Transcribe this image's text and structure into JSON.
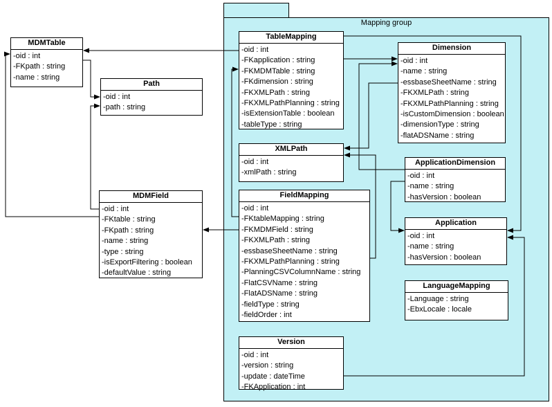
{
  "diagram": {
    "package": {
      "label": "Mapping group",
      "fill_color": "#c2f0f5",
      "border_color": "#000000"
    },
    "classes": [
      {
        "name": "MDMTable",
        "attributes": [
          "-oid : int",
          "-FKpath : string",
          "-name : string"
        ]
      },
      {
        "name": "Path",
        "attributes": [
          "-oid : int",
          "-path : string"
        ]
      },
      {
        "name": "MDMField",
        "attributes": [
          "-oid : int",
          "-FKtable : string",
          "-FKpath : string",
          "-name : string",
          "-type : string",
          "-isExportFiltering : boolean",
          "-defaultValue : string"
        ]
      },
      {
        "name": "TableMapping",
        "attributes": [
          "-oid : int",
          "-FKapplication : string",
          "-FKMDMTable : string",
          "-FKdimension : string",
          "-FKXMLPath : string",
          "-FKXMLPathPlanning : string",
          "-isExtensionTable : boolean",
          "-tableType : string"
        ]
      },
      {
        "name": "XMLPath",
        "attributes": [
          "-oid : int",
          "-xmlPath : string"
        ]
      },
      {
        "name": "FieldMapping",
        "attributes": [
          "-oid : int",
          "-FKtableMapping : string",
          "-FKMDMField : string",
          "-FKXMLPath : string",
          "-essbaseSheetName : string",
          "-FKXMLPathPlanning : string",
          "-PlanningCSVColumnName : string",
          "-FlatCSVName : string",
          "-FlatADSName : string",
          "-fieldType : string",
          "-fieldOrder : int"
        ]
      },
      {
        "name": "Version",
        "attributes": [
          "-oid : int",
          "-version : string",
          "-update : dateTime",
          "-FKApplication : int"
        ]
      },
      {
        "name": "Dimension",
        "attributes": [
          "-oid : int",
          "-name : string",
          "-essbaseSheetName : string",
          "-FKXMLPath : string",
          "-FKXMLPathPlanning : string",
          "-isCustomDimension : boolean",
          "-dimensionType : string",
          "-flatADSName : string"
        ]
      },
      {
        "name": "ApplicationDimension",
        "attributes": [
          "-oid : int",
          "-name : string",
          "-hasVersion : boolean"
        ]
      },
      {
        "name": "Application",
        "attributes": [
          "-oid : int",
          "-name : string",
          "-hasVersion : boolean"
        ]
      },
      {
        "name": "LanguageMapping",
        "attributes": [
          "-Language : string",
          "-EbxLocale : locale"
        ]
      }
    ],
    "relations": [
      {
        "from": "TableMapping",
        "to": "MDMTable"
      },
      {
        "from": "MDMField",
        "to": "MDMTable"
      },
      {
        "from": "MDMTable",
        "to": "Path"
      },
      {
        "from": "MDMField",
        "to": "Path"
      },
      {
        "from": "FieldMapping",
        "to": "TableMapping"
      },
      {
        "from": "FieldMapping",
        "to": "MDMField"
      },
      {
        "from": "TableMapping",
        "to": "Application"
      },
      {
        "from": "TableMapping",
        "to": "Dimension"
      },
      {
        "from": "ApplicationDimension",
        "to": "Dimension"
      },
      {
        "from": "Dimension",
        "to": "XMLPath"
      },
      {
        "from": "FieldMapping",
        "to": "XMLPath"
      },
      {
        "from": "ApplicationDimension",
        "to": "Application"
      },
      {
        "from": "Version",
        "to": "Application"
      }
    ]
  }
}
